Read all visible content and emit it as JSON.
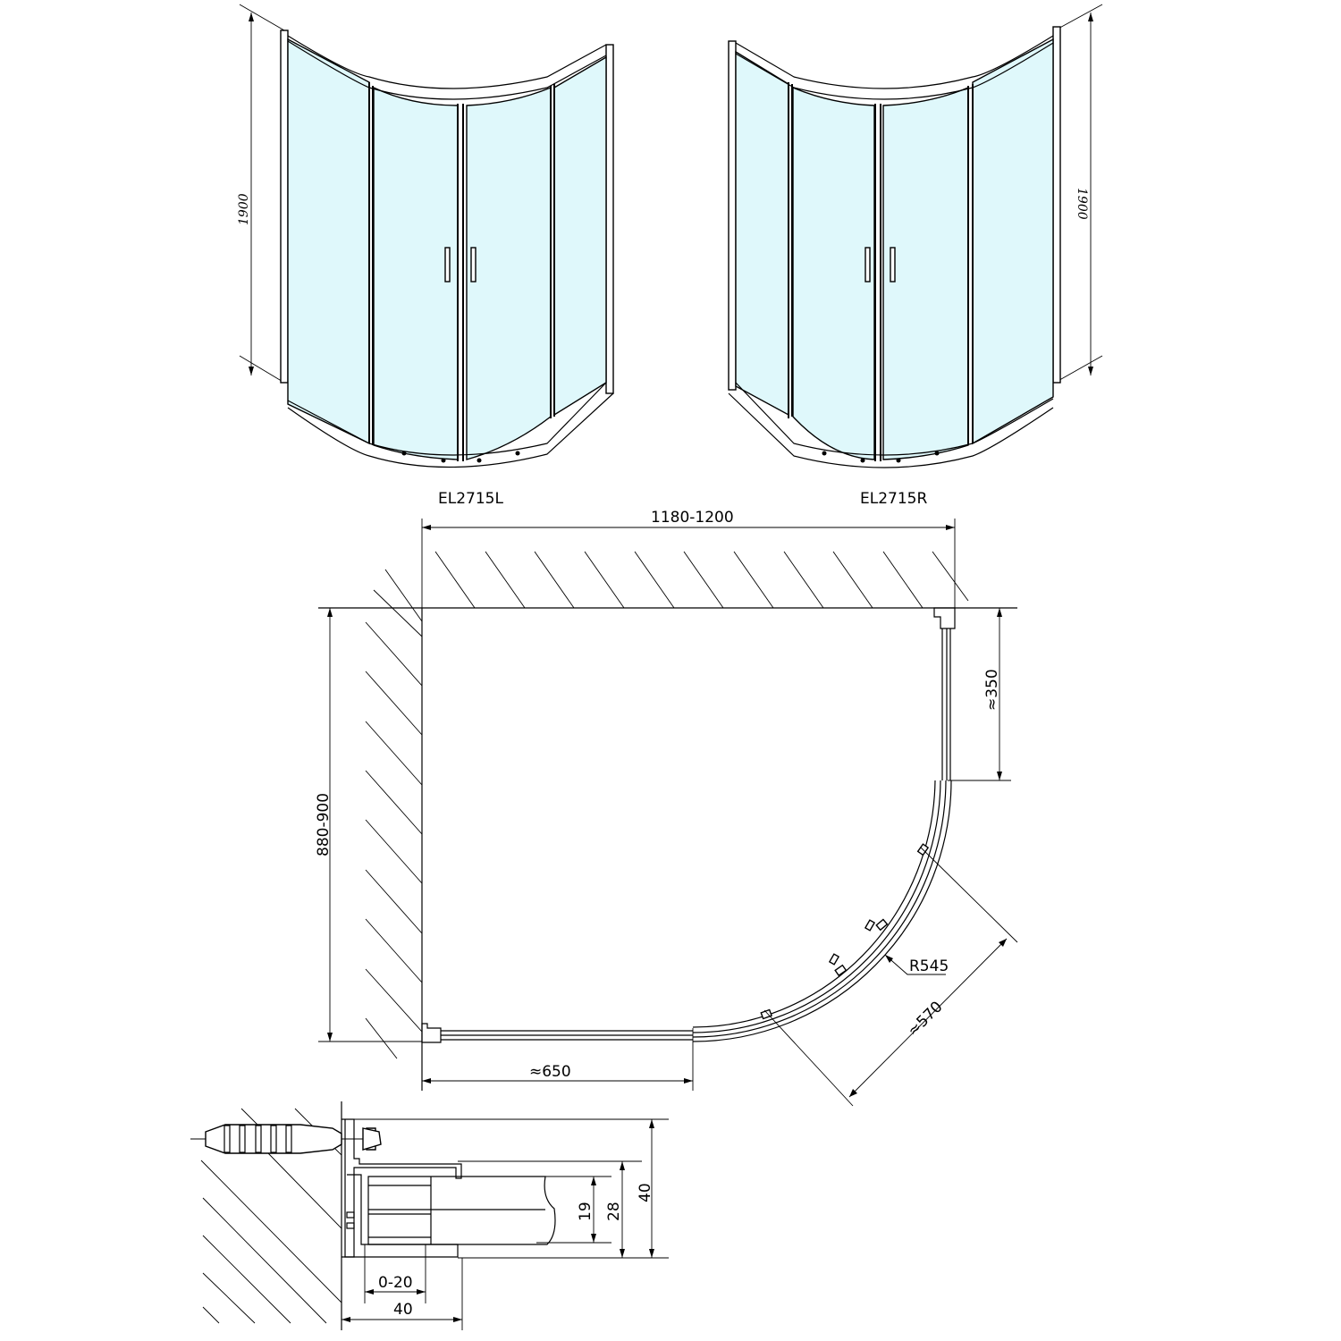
{
  "views": {
    "left_model": {
      "label": "EL2715L",
      "height_dim": "1900"
    },
    "right_model": {
      "label": "EL2715R",
      "height_dim": "1900"
    }
  },
  "plan": {
    "width_dim": "1180-1200",
    "depth_dim": "880-900",
    "side_panel_right": "≈350",
    "side_panel_bottom": "≈650",
    "radius": "R545",
    "curve_chord": "≈570"
  },
  "detail": {
    "profile_depth": "40",
    "adjust_range": "0-20",
    "height_total": "40",
    "height_inner": "28",
    "height_glass": "19"
  },
  "colors": {
    "glass": "#dff8fb",
    "line": "#000000"
  }
}
